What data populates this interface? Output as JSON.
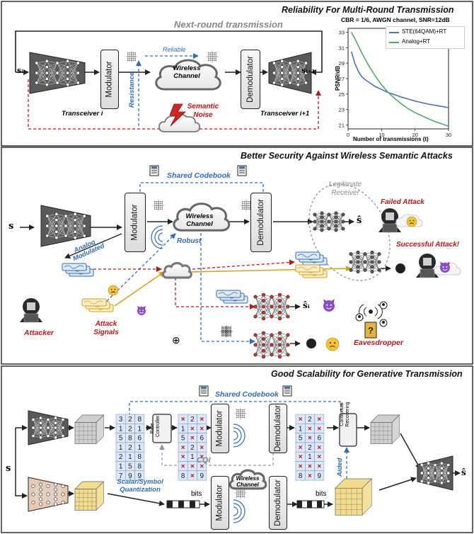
{
  "panel1": {
    "title": "Reliability For Multi-Round Transmission",
    "next_round": "Next-round transmission",
    "reliable": "Reliable",
    "modulator": "Modulator",
    "demodulator": "Demodulator",
    "channel": "Wireless Channel",
    "transceiver_i": "Transceiver i",
    "transceiver_i1": "Transceiver i+1",
    "resistance": "Resistance",
    "semantic_noise": "Semantic Noise",
    "s_in": "sᵢ",
    "s_out": "sᵢ₊₁"
  },
  "panel2": {
    "title": "Better Security Against Wireless Semantic Attacks",
    "shared_codebook": "Shared Codebook",
    "modulator": "Modulator",
    "demodulator": "Demodulator",
    "channel": "Wireless Channel",
    "legitimate_receiver": "Legitimate Receiver",
    "failed_attack": "Failed Attack",
    "successful_attack": "Successful Attack!",
    "analog_modulated": "Analog Modulated",
    "robust": "Robust",
    "attacker": "Attacker",
    "attack_signals": "Attack Signals",
    "eavesdropper": "Eavesdropper",
    "s_in": "s",
    "s_hat": "ŝ",
    "s_hat_i": "ŝᵢ",
    "oplus": "⊕"
  },
  "panel3": {
    "title": "Good Scalability for Generative Transmission",
    "shared_codebook": "Shared Codebook",
    "rate_controller": "Rate Controller",
    "modulator": "Modulator",
    "demodulator": "Demodulator",
    "contextual_recovering": "Contextual Recovering",
    "channel": "Wireless Channel",
    "cqi": "CQI",
    "scalar_quant": "Scalar/Symbol Quantization",
    "bits": "bits",
    "aided": "Aided",
    "s_in": "s",
    "s_hat": "ŝ",
    "grid_left": [
      "3",
      "2",
      "8",
      "1",
      "2",
      "1",
      "5",
      "8",
      "6",
      "1",
      "2",
      "1",
      "2",
      "1",
      "8",
      "1",
      "5",
      "8",
      "7",
      "9",
      "9"
    ],
    "grid_right": [
      "×",
      "2",
      "×",
      "1",
      "×",
      "×",
      "5",
      "×",
      "6",
      "×",
      "2",
      "×",
      "×",
      "1",
      "×",
      "×",
      "×",
      "×",
      "8",
      "×",
      "9"
    ]
  },
  "chart_data": {
    "type": "line",
    "title": "CBR = 1/6, AWGN channel, SNR=12dB",
    "xlabel": "Number of transmissions (t)",
    "ylabel": "PSNR/dB",
    "xlim": [
      0,
      30
    ],
    "ylim": [
      20.5,
      33.5
    ],
    "xticks": [
      0,
      10,
      20,
      30
    ],
    "yticks": [
      21,
      23,
      25,
      27,
      29,
      31,
      33
    ],
    "legend_position": "top-right",
    "series": [
      {
        "name": "STE(64QAM)+RT",
        "color": "#4c72b0",
        "x": [
          1,
          2,
          3,
          4,
          5,
          6,
          8,
          10,
          12,
          14,
          16,
          18,
          20,
          22,
          24,
          26,
          28,
          30
        ],
        "y": [
          30.5,
          29.0,
          28.0,
          27.3,
          26.9,
          26.6,
          26.0,
          25.6,
          25.2,
          24.9,
          24.6,
          24.35,
          24.1,
          23.9,
          23.7,
          23.55,
          23.4,
          23.25
        ]
      },
      {
        "name": "Analog+RT",
        "color": "#55a868",
        "x": [
          1,
          2,
          3,
          4,
          5,
          6,
          8,
          10,
          12,
          14,
          16,
          18,
          20,
          22,
          24,
          26,
          28,
          30
        ],
        "y": [
          33.0,
          32.2,
          31.3,
          30.4,
          29.6,
          28.8,
          27.4,
          26.2,
          25.2,
          24.4,
          23.7,
          23.1,
          22.6,
          22.2,
          21.8,
          21.45,
          21.15,
          20.85
        ]
      }
    ]
  },
  "colors": {
    "blue": "#2f6db5",
    "red": "#c0141a",
    "gold": "#d4a017",
    "encoder_fill": "#5a5a5a",
    "red_node": "#d32f2f"
  }
}
